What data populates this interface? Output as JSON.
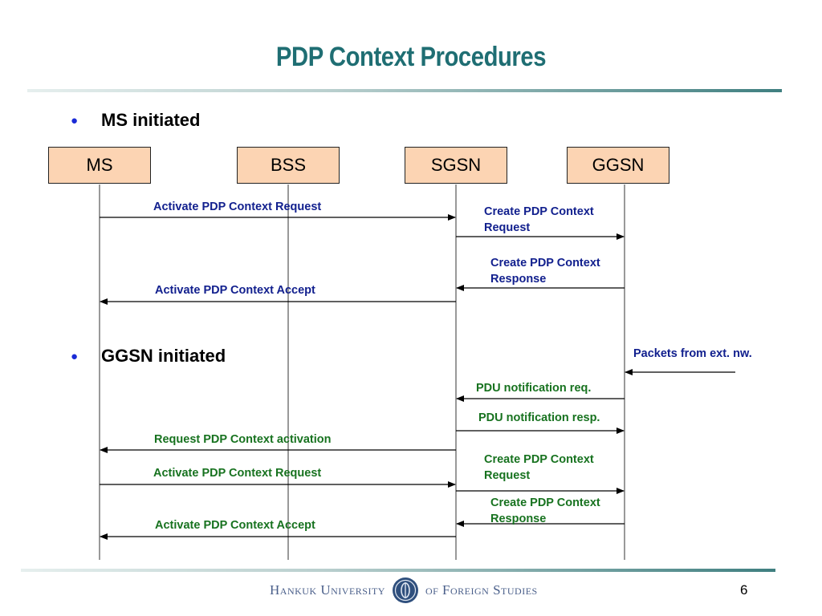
{
  "slide": {
    "title": "PDP Context Procedures",
    "page_number": "6"
  },
  "sections": {
    "ms_initiated": "MS initiated",
    "ggsn_initiated": "GGSN initiated"
  },
  "entities": [
    "MS",
    "BSS",
    "SGSN",
    "GGSN"
  ],
  "messages": {
    "m1": "Activate PDP Context Request",
    "m2a": "Create PDP Context",
    "m2b": "Request",
    "m3a": "Create PDP Context",
    "m3b": "Response",
    "m4": "Activate PDP Context Accept",
    "m5": "Packets from ext. nw.",
    "m6": "PDU notification req.",
    "m7": "PDU notification resp.",
    "m8": "Request PDP Context activation",
    "m9a": "Create PDP Context",
    "m9b": "Request",
    "m10": "Activate PDP Context Request",
    "m11a": "Create PDP Context",
    "m11b": "Response",
    "m12": "Activate PDP Context Accept"
  },
  "footer": {
    "university_left": "Hankuk University",
    "university_right": "of Foreign Studies"
  },
  "colors": {
    "title": "#1f6e73",
    "entity_fill": "#fcd4b3",
    "ms_messages": "#12208e",
    "ggsn_messages": "#17721f",
    "bullet": "#1a2bd6"
  }
}
